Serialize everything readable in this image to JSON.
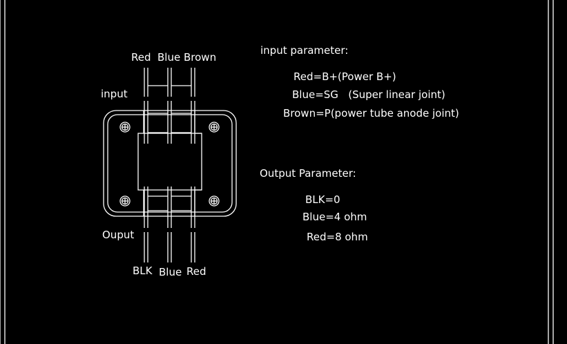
{
  "diagram": {
    "input_wire_labels": [
      "Red",
      "Blue",
      "Brown"
    ],
    "input_side_label": "input",
    "output_side_label": "Ouput",
    "output_wire_labels": [
      "BLK",
      "Blue",
      "Red"
    ]
  },
  "input_parameter": {
    "heading": "input parameter:",
    "lines": [
      "Red=B+(Power B+)",
      "Blue=SG   (Super linear joint)",
      "Brown=P(power tube anode joint)"
    ]
  },
  "output_parameter": {
    "heading": "Output Parameter:",
    "lines": [
      "BLK=0",
      "Blue=4 ohm",
      "Red=8 ohm"
    ]
  },
  "colors": {
    "background": "#000000",
    "line": "#ffffff",
    "text": "#ffffff"
  }
}
